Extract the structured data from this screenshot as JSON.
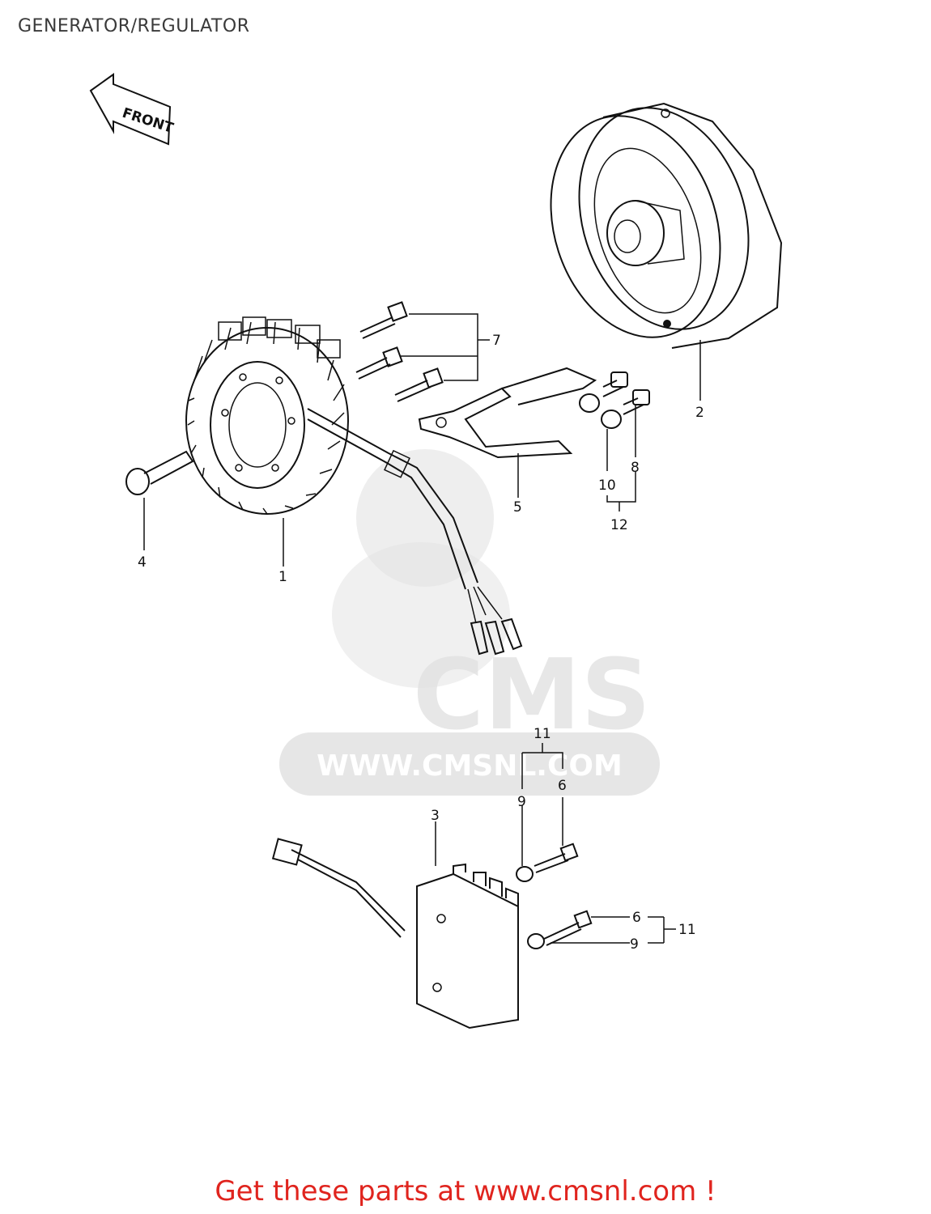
{
  "title": "GENERATOR/REGULATOR",
  "footer": "Get these parts at www.cmsnl.com !",
  "front_arrow": "FRONT",
  "watermark": {
    "brand": "CMS",
    "url": "WWW.CMSNL.COM"
  },
  "callouts": {
    "c1": "1",
    "c2": "2",
    "c3": "3",
    "c4": "4",
    "c5": "5",
    "c6a": "6",
    "c6b": "6",
    "c7": "7",
    "c8": "8",
    "c9a": "9",
    "c9b": "9",
    "c10": "10",
    "c11a": "11",
    "c11b": "11",
    "c12": "12"
  },
  "colors": {
    "footer": "#e0241e",
    "watermark": "#e3e3e3"
  }
}
